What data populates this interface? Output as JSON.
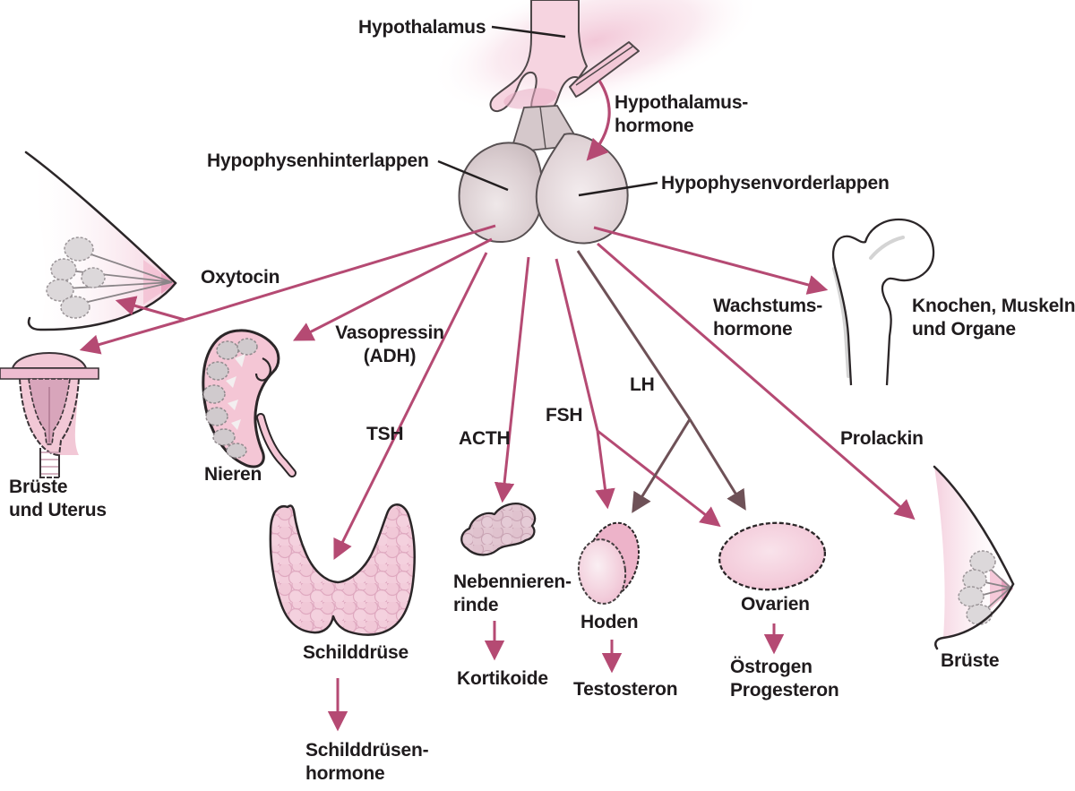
{
  "figure": "Hypothalamus-Hypophyse Hormonsystem",
  "colors": {
    "background": "#ffffff",
    "arrow_pink": "#b54a73",
    "arrow_dark": "#6e5157",
    "organ_pink": "#f2c9d8",
    "organ_pink_dark": "#e9aec6",
    "gland_gray": "#d5c8cb",
    "outline_dark": "#2b2628",
    "text": "#1f1b1d"
  },
  "labels": {
    "hypothalamus": "Hypothalamus",
    "hypothalamus_hormone": [
      "Hypothalamus-",
      "hormone"
    ],
    "posterior_lobe": "Hypophysenhinterlappen",
    "anterior_lobe": "Hypophysenvorderlappen",
    "oxytocin": "Oxytocin",
    "vasopressin": [
      "Vasopressin",
      "(ADH)"
    ],
    "tsh": "TSH",
    "acth": "ACTH",
    "fsh": "FSH",
    "lh": "LH",
    "wachstumshormone": [
      "Wachstums-",
      "hormone"
    ],
    "prolackin": "Prolackin",
    "knochen": [
      "Knochen, Muskeln",
      "und Organe"
    ],
    "brueste_uterus": [
      "Brüste",
      "und Uterus"
    ],
    "nieren": "Nieren",
    "schilddruese": "Schilddrüse",
    "schilddruesen_hormone": [
      "Schilddrüsen-",
      "hormone"
    ],
    "nebennierenrinde": [
      "Nebennieren-",
      "rinde"
    ],
    "kortikoide": "Kortikoide",
    "hoden": "Hoden",
    "testosteron": "Testosteron",
    "ovarien": "Ovarien",
    "oestrogen_progesteron": [
      "Östrogen",
      "Progesteron"
    ],
    "brueste": "Brüste"
  },
  "connections": [
    {
      "from": "Hypothalamus",
      "hormone": "Hypothalamus-hormone",
      "to": "Hypophyse"
    },
    {
      "from": "Hypophysenhinterlappen",
      "hormone": "Oxytocin",
      "to": "Brüste und Uterus"
    },
    {
      "from": "Hypophysenhinterlappen",
      "hormone": "Vasopressin (ADH)",
      "to": "Nieren"
    },
    {
      "from": "Hypophysenvorderlappen",
      "hormone": "TSH",
      "to": "Schilddrüse"
    },
    {
      "from": "Hypophysenvorderlappen",
      "hormone": "ACTH",
      "to": "Nebennierenrinde"
    },
    {
      "from": "Hypophysenvorderlappen",
      "hormone": "FSH",
      "to": "Hoden und Ovarien"
    },
    {
      "from": "Hypophysenvorderlappen",
      "hormone": "LH",
      "to": "Hoden und Ovarien"
    },
    {
      "from": "Hypophysenvorderlappen",
      "hormone": "Wachstumshormone",
      "to": "Knochen, Muskeln und Organe"
    },
    {
      "from": "Hypophysenvorderlappen",
      "hormone": "Prolackin",
      "to": "Brüste"
    },
    {
      "from": "Schilddrüse",
      "produces": "Schilddrüsenhormone"
    },
    {
      "from": "Nebennierenrinde",
      "produces": "Kortikoide"
    },
    {
      "from": "Hoden",
      "produces": "Testosteron"
    },
    {
      "from": "Ovarien",
      "produces": "Östrogen, Progesteron"
    }
  ]
}
